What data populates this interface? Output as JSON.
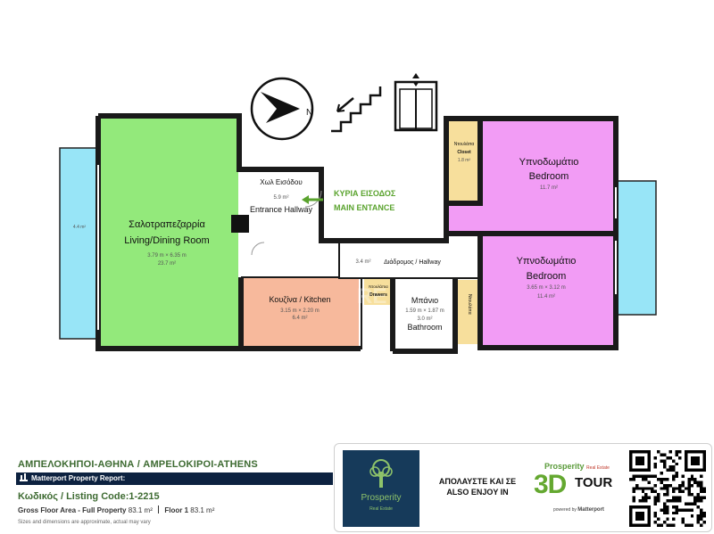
{
  "plan": {
    "rooms": {
      "living": {
        "label_el": "Σαλοτραπεζαρρία",
        "label_en": "Living/Dining Room",
        "dims": "3.79 m × 6.35 m",
        "area": "23.7 m²",
        "color": "#93e97b"
      },
      "entrance": {
        "label_el": "Χωλ Εισόδου",
        "label_en": "Entrance Hallway",
        "area": "5.9 m²"
      },
      "kitchen": {
        "label": "Κουζίνα / Kitchen",
        "dims": "3.15 m × 2.20 m",
        "area": "6.4 m²",
        "color": "#f7b99c"
      },
      "hallway": {
        "area": "3.4 m²",
        "label": "Διάδρομος / Hallway"
      },
      "bathroom": {
        "label_el": "Μπάνιο",
        "dims": "1.59 m × 1.87 m",
        "area": "3.0 m²",
        "label_en": "Bathroom"
      },
      "drawers": {
        "label_el": "Ντουλάπια",
        "label_en": "Drawers"
      },
      "closet_top": {
        "label_el": "Ντουλάπα",
        "label_en": "Closet",
        "area": "1.8 m²",
        "color": "#f7df9c"
      },
      "closet_small": {
        "label": "Ντουλάπα",
        "color": "#f7df9c"
      },
      "bedroom1": {
        "label_el": "Υπνοδωμάτιο",
        "label_en": "Bedroom",
        "area": "11.7 m²",
        "color": "#f29cf5"
      },
      "bedroom2": {
        "label_el": "Υπνοδωμάτιο",
        "label_en": "Bedroom",
        "dims": "3.65 m × 3.12 m",
        "area": "11.4 m²",
        "color": "#f29cf5"
      },
      "balcony_left": {
        "area": "4.4 m²",
        "color": "#98e5f7"
      },
      "balcony_right": {
        "color": "#98e5f7"
      }
    },
    "main_entrance": {
      "line1": "ΚΥΡΙΑ ΕΙΣΟΔΟΣ",
      "line2": "MAIN ENTANCE",
      "color": "#5aa32e"
    },
    "compass": {
      "letter": "N"
    },
    "watermark": "RE"
  },
  "footer": {
    "location": "ΑΜΠΕΛΟΚΗΠΟΙ-ΑΘΗΝΑ / AMPELOKIPOI-ATHENS",
    "report_label": "Matterport Property Report:",
    "listing_code": "Κωδικός / Listing Code:1-2215",
    "gross_label": "Gross Floor Area - Full Property",
    "gross_value": "83.1 m²",
    "floor_label": "Floor 1",
    "floor_value": "83.1 m²",
    "disclaimer": "Sizes and dimensions are approximate, actual may vary"
  },
  "ad": {
    "logo_name": "Prosperity",
    "logo_sub": "Real Estate",
    "tour_line1": "ΑΠΟΛΑΥΣΤΕ ΚΑΙ ΣΕ",
    "tour_line2": "ALSO ENJOY IN",
    "brand": "Prosperity",
    "brand_small": "Real Estate",
    "tour_3d": "3D",
    "tour_word": "TOUR",
    "powered_by": "powered by",
    "matterport": "Matterport"
  }
}
